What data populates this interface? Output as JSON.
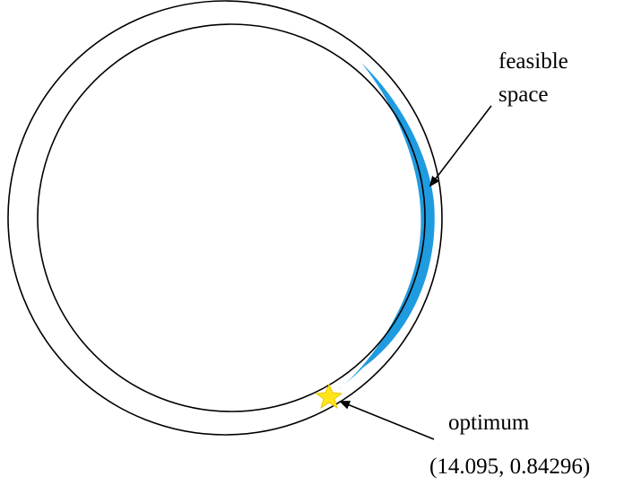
{
  "diagram": {
    "labels": {
      "feasible_line1": "feasible",
      "feasible_line2": "space",
      "optimum": "optimum",
      "optimum_value": "(14.095, 0.84296)"
    },
    "colors": {
      "background": "#ffffff",
      "outline": "#000000",
      "feasible_fill": "#1f9be0",
      "optimum_marker": "#ffe51a"
    },
    "icons": {
      "optimum_marker": "star-icon",
      "pointer": "arrow-icon"
    }
  }
}
